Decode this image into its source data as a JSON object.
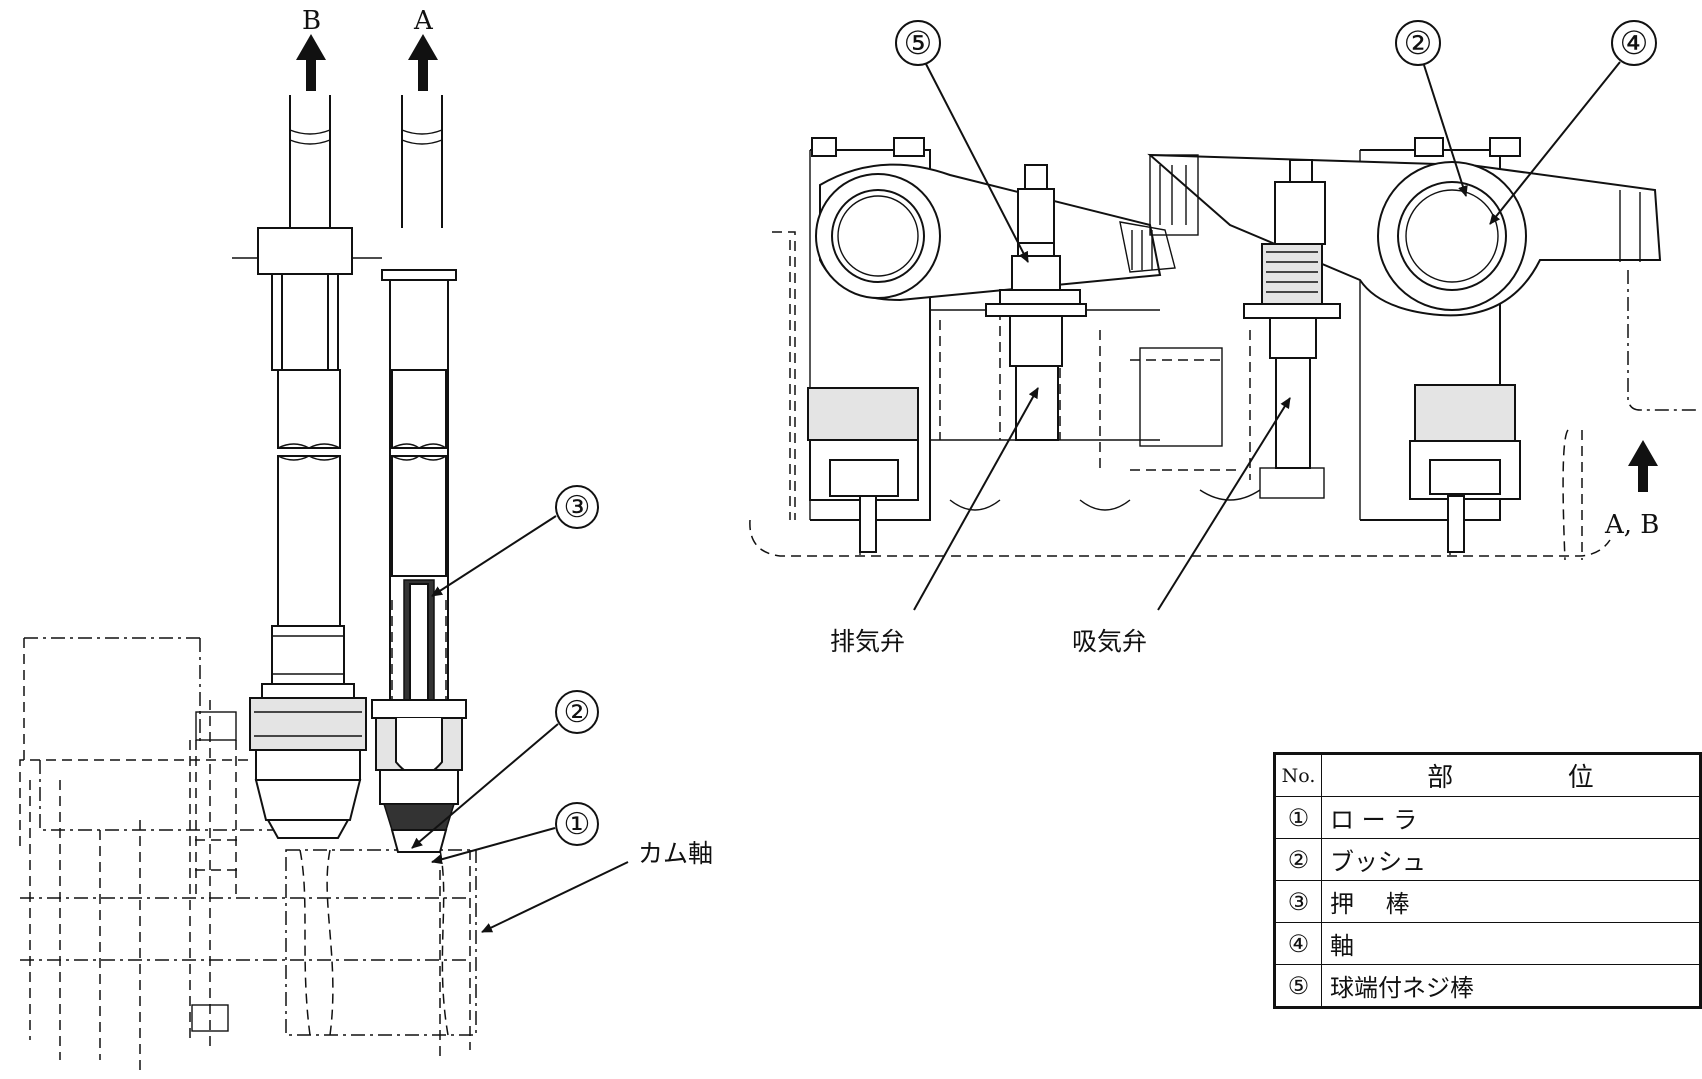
{
  "arrows": {
    "left_b": "B",
    "left_a": "A",
    "right_ab": "A, B"
  },
  "callouts": {
    "left": [
      "③",
      "②",
      "①"
    ],
    "right": [
      "⑤",
      "②",
      "④"
    ]
  },
  "labels": {
    "cam_shaft": "カム軸",
    "exhaust_valve": "排気弁",
    "intake_valve": "吸気弁"
  },
  "table": {
    "header": {
      "no": "No.",
      "part_1": "部",
      "part_2": "位"
    },
    "rows": [
      {
        "no": "①",
        "part": "ロ ー ラ"
      },
      {
        "no": "②",
        "part": "ブッシュ"
      },
      {
        "no": "③",
        "part": "押　 棒"
      },
      {
        "no": "④",
        "part": "軸"
      },
      {
        "no": "⑤",
        "part": "球端付ネジ棒"
      }
    ]
  }
}
